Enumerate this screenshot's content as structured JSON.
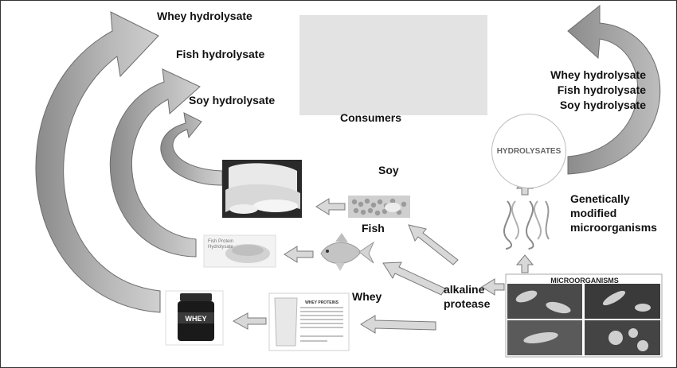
{
  "left_arcs": {
    "outer_label": "Whey hydrolysate",
    "middle_label": "Fish hydrolysate",
    "inner_label": "Soy hydrolysate"
  },
  "consumers": {
    "label": "Consumers"
  },
  "right_products": {
    "line1": "Whey hydrolysate",
    "line2": "Fish hydrolysate",
    "line3": "Soy hydrolysate"
  },
  "hydrolysates": {
    "label": "HYDROLYSATES"
  },
  "gmo": {
    "line1": "Genetically",
    "line2": "modified",
    "line3": "microorganisms"
  },
  "sources": {
    "soy": "Soy",
    "fish": "Fish",
    "whey": "Whey"
  },
  "enzyme": {
    "line1": "alkaline",
    "line2": "protease"
  },
  "microorganisms": {
    "title": "MICROORGANISMS"
  },
  "products": {
    "fish_powder_caption": "Fish Protein Hydrolysate",
    "whey_tub_text": "WHEY",
    "whey_card_title": "WHEY PROTEINS"
  }
}
